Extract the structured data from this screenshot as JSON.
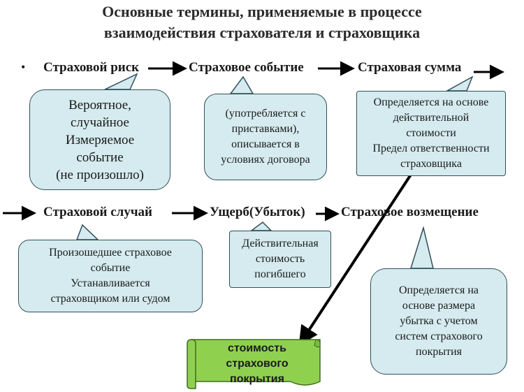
{
  "title": {
    "line1": "Основные термины, применяемые в процессе",
    "line2": "взаимодействия страхователя и страховщика"
  },
  "bullet": "•",
  "terms": {
    "risk": "Страховой риск",
    "event": "Страховое событие",
    "sum": "Страховая сумма",
    "case": "Страховой случай",
    "damage": "Ущерб(Убыток)",
    "compensation": "Страховое возмещение"
  },
  "callouts": {
    "risk": [
      "Вероятное,",
      "случайное",
      "Измеряемое",
      "событие",
      "(не произошло)"
    ],
    "event": [
      "(употребляется с",
      "приставками),",
      "описывается в",
      "условиях договора"
    ],
    "sum": [
      "Определяется на основе",
      "действительной",
      "стоимости",
      "Предел ответственности",
      "страховщика"
    ],
    "case": [
      "Произошедшее страховое",
      "событие",
      "Устанавливается",
      "страховщиком или судом"
    ],
    "damage": [
      "Действительная",
      "стоимость",
      "погибшего"
    ],
    "compensation": [
      "Определяется на",
      "основе размера",
      "убытка с учетом",
      "систем страхового",
      "покрытия"
    ]
  },
  "scroll": [
    "стоимость",
    "страхового",
    "покрытия"
  ],
  "colors": {
    "callout_fill": "#d5ebef",
    "callout_border": "#2f4f5a",
    "scroll_fill": "#8fd14f",
    "arrow": "#000000"
  }
}
